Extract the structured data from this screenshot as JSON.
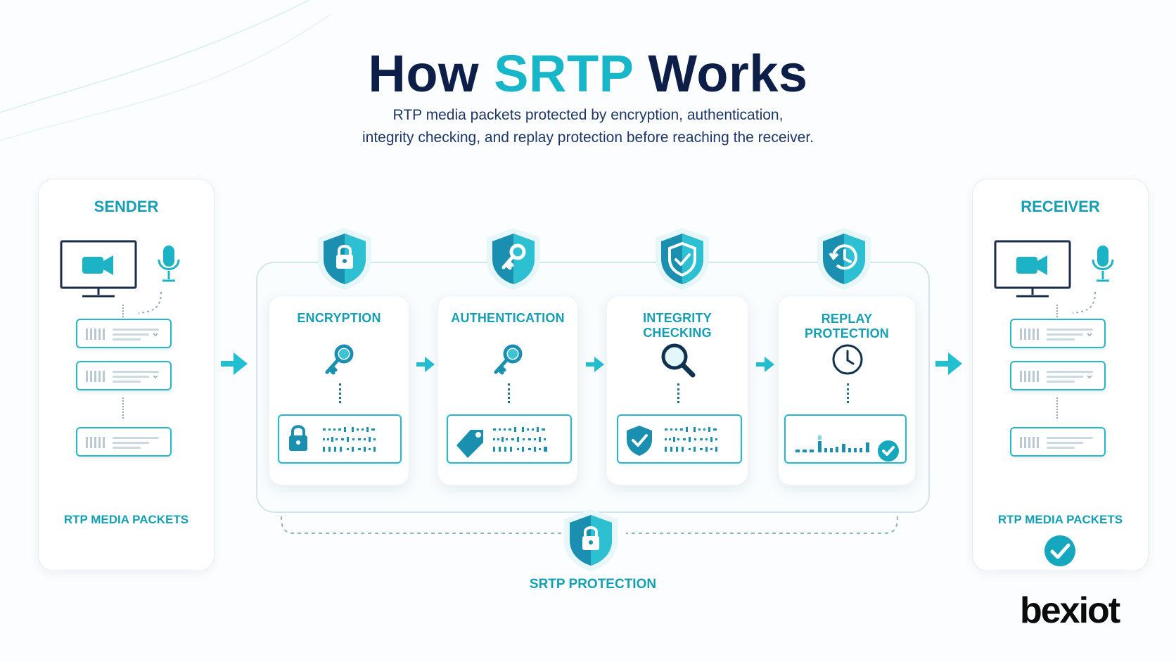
{
  "header": {
    "title_prefix": "How",
    "title_accent": "SRTP",
    "title_suffix": "Works",
    "subtitle_line1": "RTP media packets protected by encryption, authentication,",
    "subtitle_line2": "integrity checking, and replay protection before reaching the receiver."
  },
  "sender": {
    "title": "SENDER",
    "footer": "RTP MEDIA PACKETS"
  },
  "receiver": {
    "title": "RECEIVER",
    "footer": "RTP MEDIA PACKETS"
  },
  "steps": [
    {
      "title": "ENCRYPTION",
      "icon": "key-icon",
      "shield_icon": "lock-icon",
      "packet_icon": "lock-icon"
    },
    {
      "title": "AUTHENTICATION",
      "icon": "key-icon",
      "shield_icon": "key-icon",
      "packet_icon": "tag-icon"
    },
    {
      "title": "INTEGRITY CHECKING",
      "icon": "magnifier-icon",
      "shield_icon": "check-icon",
      "packet_icon": "shield-check-icon"
    },
    {
      "title": "REPLAY PROTECTION",
      "icon": "clock-icon",
      "shield_icon": "history-icon",
      "packet_icon": "check-circle-icon"
    }
  ],
  "protection": {
    "label": "SRTP PROTECTION"
  },
  "brand": {
    "logo_text": "bexiot"
  },
  "colors": {
    "accent": "#17b6c8",
    "accent_dark": "#0f8ca8",
    "navy": "#0d1f48",
    "label": "#159fb4"
  }
}
